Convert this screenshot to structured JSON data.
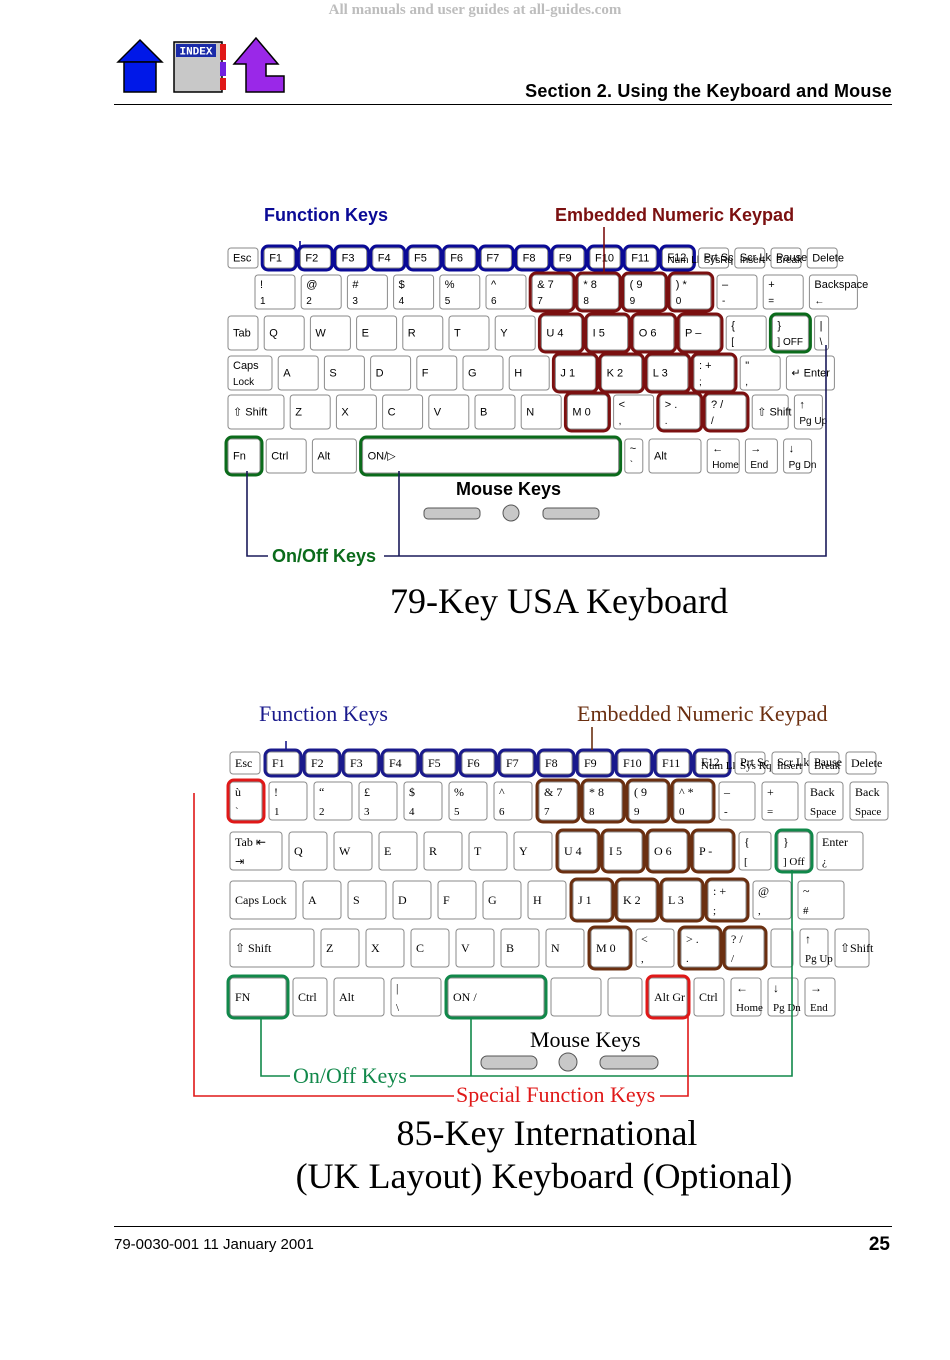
{
  "watermark": "All manuals and user guides at all-guides.com",
  "nav": {
    "home_icon": "home-icon",
    "index_label": "INDEX",
    "back_icon": "back-arrow-icon"
  },
  "header": {
    "section_title": "Section 2.  Using the Keyboard and Mouse"
  },
  "footer": {
    "doc_id": "79-0030-001    11 January 2001",
    "page_number": "25"
  },
  "colors": {
    "function_keys": "#0a0a96",
    "numeric_keypad": "#7b1010",
    "on_off_keys": "#0b6b1b",
    "special_keys": "#e01818",
    "uk_function": "#1a1a8c",
    "uk_keypad": "#6b2f10",
    "uk_onoff": "#11884a"
  },
  "kb1": {
    "caption": "79-Key USA Keyboard",
    "labels": {
      "function_keys": "Function Keys",
      "numeric_keypad": "Embedded  Numeric  Keypad",
      "mouse_keys": "Mouse  Keys",
      "on_off_keys": "On/Off Keys"
    },
    "rows": [
      [
        {
          "t": "Esc"
        },
        {
          "t": "F1",
          "fk": 1
        },
        {
          "t": "F2",
          "fk": 1
        },
        {
          "t": "F3",
          "fk": 1
        },
        {
          "t": "F4",
          "fk": 1
        },
        {
          "t": "F5",
          "fk": 1
        },
        {
          "t": "F6",
          "fk": 1
        },
        {
          "t": "F7",
          "fk": 1
        },
        {
          "t": "F8",
          "fk": 1
        },
        {
          "t": "F9",
          "fk": 1
        },
        {
          "t": "F10",
          "fk": 1
        },
        {
          "t": "F11",
          "fk": 1
        },
        {
          "t": "F12",
          "s": "Num Lk",
          "fk": 1
        },
        {
          "t": "Prt  Sc",
          "s": "SysRq"
        },
        {
          "t": "Scr  Lk",
          "s": "Insert"
        },
        {
          "t": "Pause",
          "s": "Break"
        },
        {
          "t": "Delete"
        }
      ],
      [
        {
          "t": "!",
          "s": "1"
        },
        {
          "t": "@",
          "s": "2"
        },
        {
          "t": "#",
          "s": "3"
        },
        {
          "t": "$",
          "s": "4"
        },
        {
          "t": "%",
          "s": "5"
        },
        {
          "t": "^",
          "s": "6"
        },
        {
          "t": "&  7",
          "s": "7",
          "np": 1
        },
        {
          "t": "*  8",
          "s": "8",
          "np": 1
        },
        {
          "t": "(    9",
          "s": "9",
          "np": 1
        },
        {
          "t": ")    *",
          "s": "0",
          "np": 1
        },
        {
          "t": "–",
          "s": "-"
        },
        {
          "t": "+",
          "s": "="
        },
        {
          "t": "Backspace",
          "s": "←"
        }
      ],
      [
        {
          "t": "Tab"
        },
        {
          "t": "Q"
        },
        {
          "t": "W"
        },
        {
          "t": "E"
        },
        {
          "t": "R"
        },
        {
          "t": "T"
        },
        {
          "t": "Y"
        },
        {
          "t": "U   4",
          "np": 1
        },
        {
          "t": "I    5",
          "np": 1
        },
        {
          "t": "O   6",
          "np": 1
        },
        {
          "t": "P   –",
          "np": 1
        },
        {
          "t": "{",
          "s": "["
        },
        {
          "t": "}",
          "s": "]  OFF",
          "oo": 1
        },
        {
          "t": "|",
          "s": "\\"
        }
      ],
      [
        {
          "t": "Caps",
          "s": "Lock"
        },
        {
          "t": "A"
        },
        {
          "t": "S"
        },
        {
          "t": "D"
        },
        {
          "t": "F"
        },
        {
          "t": "G"
        },
        {
          "t": "H"
        },
        {
          "t": "J    1",
          "np": 1
        },
        {
          "t": "K   2",
          "np": 1
        },
        {
          "t": "L    3",
          "np": 1
        },
        {
          "t": ":     +",
          "s": ";",
          "np": 1
        },
        {
          "t": "\"",
          "s": ","
        },
        {
          "t": "↵ Enter"
        }
      ],
      [
        {
          "t": "⇧ Shift"
        },
        {
          "t": "Z"
        },
        {
          "t": "X"
        },
        {
          "t": "C"
        },
        {
          "t": "V"
        },
        {
          "t": "B"
        },
        {
          "t": "N"
        },
        {
          "t": "M   0",
          "np": 1
        },
        {
          "t": "<",
          "s": ","
        },
        {
          "t": ">   .",
          "s": ".",
          "np": 1
        },
        {
          "t": "?    /",
          "s": "/",
          "np": 1
        },
        {
          "t": "⇧ Shift"
        },
        {
          "t": "↑",
          "s": "Pg Up"
        }
      ],
      [
        {
          "t": "Fn",
          "oo": 1
        },
        {
          "t": "Ctrl"
        },
        {
          "t": "Alt"
        },
        {
          "t": "ON/▷",
          "oo": 1
        },
        {
          "t": "~",
          "s": "`"
        },
        {
          "t": "Alt"
        },
        {
          "t": "←",
          "s": "Home"
        },
        {
          "t": "→",
          "s": "End"
        },
        {
          "t": "↓",
          "s": "Pg  Dn"
        }
      ]
    ]
  },
  "kb2": {
    "caption_line1": "85-Key International",
    "caption_line2": "(UK Layout) Keyboard (Optional)",
    "labels": {
      "function_keys": "Function Keys",
      "numeric_keypad": "Embedded Numeric Keypad",
      "mouse_keys": "Mouse Keys",
      "on_off_keys": "On/Off Keys",
      "special_keys": "Special Function Keys"
    },
    "rows": [
      [
        {
          "t": "Esc"
        },
        {
          "t": "F1",
          "fk": 1
        },
        {
          "t": "F2",
          "fk": 1
        },
        {
          "t": "F3",
          "fk": 1
        },
        {
          "t": "F4",
          "fk": 1
        },
        {
          "t": "F5",
          "fk": 1
        },
        {
          "t": "F6",
          "fk": 1
        },
        {
          "t": "F7",
          "fk": 1
        },
        {
          "t": "F8",
          "fk": 1
        },
        {
          "t": "F9",
          "fk": 1
        },
        {
          "t": "F10",
          "fk": 1
        },
        {
          "t": "F11",
          "fk": 1
        },
        {
          "t": "F12",
          "s": "Num Lk",
          "fk": 1
        },
        {
          "t": "Prt Sc",
          "s": "Sys Rq"
        },
        {
          "t": "Scr Lk",
          "s": "Insert"
        },
        {
          "t": "Pause",
          "s": "Break"
        },
        {
          "t": "Delete"
        }
      ],
      [
        {
          "t": "ù",
          "s": "`",
          "sp": 1
        },
        {
          "t": "!",
          "s": "1"
        },
        {
          "t": "“",
          "s": "2"
        },
        {
          "t": "£",
          "s": "3"
        },
        {
          "t": "$",
          "s": "4"
        },
        {
          "t": "%",
          "s": "5"
        },
        {
          "t": "^",
          "s": "6"
        },
        {
          "t": "&   7",
          "s": "7",
          "np": 1
        },
        {
          "t": "*   8",
          "s": "8",
          "np": 1
        },
        {
          "t": "(   9",
          "s": "9",
          "np": 1
        },
        {
          "t": "^   *",
          "s": "0",
          "np": 1
        },
        {
          "t": "–",
          "s": "-"
        },
        {
          "t": "+",
          "s": "="
        },
        {
          "t": "Back",
          "s": "Space"
        },
        {
          "t": "Back",
          "s": "Space"
        }
      ],
      [
        {
          "t": "Tab ⇤",
          "s": "⇥"
        },
        {
          "t": "Q"
        },
        {
          "t": "W"
        },
        {
          "t": "E"
        },
        {
          "t": "R"
        },
        {
          "t": "T"
        },
        {
          "t": "Y"
        },
        {
          "t": "U   4",
          "np": 1
        },
        {
          "t": "I    5",
          "np": 1
        },
        {
          "t": "O   6",
          "np": 1
        },
        {
          "t": "P   -",
          "np": 1
        },
        {
          "t": "{",
          "s": "["
        },
        {
          "t": "}",
          "s": "]  Off",
          "oo": 1
        },
        {
          "t": "Enter",
          "s": "¿"
        }
      ],
      [
        {
          "t": "Caps Lock"
        },
        {
          "t": "A"
        },
        {
          "t": "S"
        },
        {
          "t": "D"
        },
        {
          "t": "F"
        },
        {
          "t": "G"
        },
        {
          "t": "H"
        },
        {
          "t": "J   1",
          "np": 1
        },
        {
          "t": "K   2",
          "np": 1
        },
        {
          "t": "L   3",
          "np": 1
        },
        {
          "t": ":    +",
          "s": ";",
          "np": 1
        },
        {
          "t": "@",
          "s": ","
        },
        {
          "t": "~",
          "s": "#"
        }
      ],
      [
        {
          "t": "⇧ Shift"
        },
        {
          "t": "Z"
        },
        {
          "t": "X"
        },
        {
          "t": "C"
        },
        {
          "t": "V"
        },
        {
          "t": "B"
        },
        {
          "t": "N"
        },
        {
          "t": "M   0",
          "np": 1
        },
        {
          "t": "<",
          "s": ","
        },
        {
          "t": ">   .",
          "s": ".",
          "np": 1
        },
        {
          "t": "?    /",
          "s": "/",
          "np": 1
        },
        {
          "t": ""
        },
        {
          "t": "↑",
          "s": "Pg Up"
        },
        {
          "t": "⇧Shift"
        }
      ],
      [
        {
          "t": "FN",
          "oo": 1
        },
        {
          "t": "Ctrl"
        },
        {
          "t": "Alt"
        },
        {
          "t": "|",
          "s": "\\"
        },
        {
          "t": "ON  /",
          "oo": 1
        },
        {
          "t": ""
        },
        {
          "t": ""
        },
        {
          "t": "Alt Gr",
          "sp": 1
        },
        {
          "t": "Ctrl"
        },
        {
          "t": "←",
          "s": "Home"
        },
        {
          "t": "↓",
          "s": "Pg Dn"
        },
        {
          "t": "→",
          "s": "End"
        }
      ]
    ]
  }
}
